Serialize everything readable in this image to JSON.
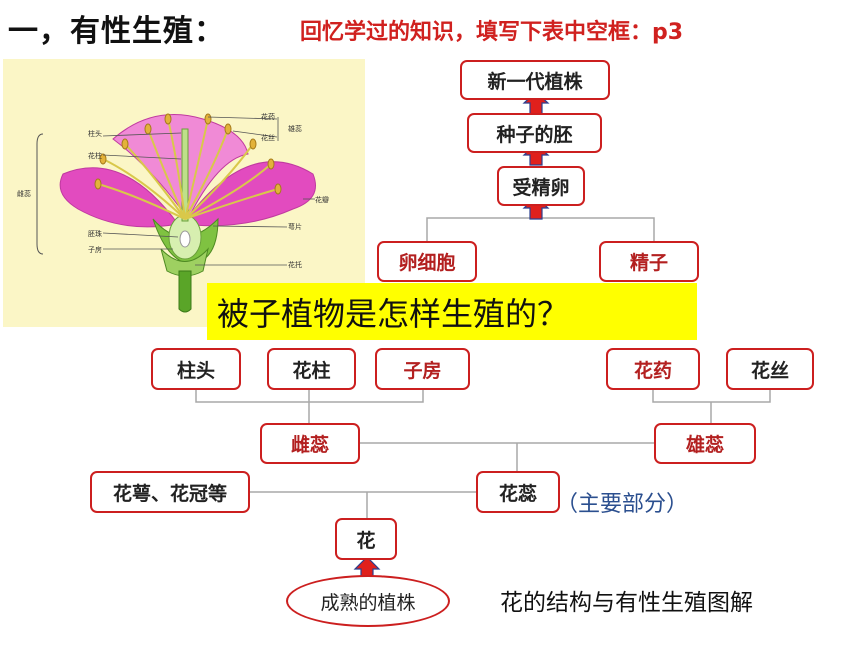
{
  "header": {
    "title": "一，有性生殖：",
    "subtitle": "回忆学过的知识，填写下表中空框：p3"
  },
  "flower_labels": {
    "stamen": "雄蕊",
    "anther": "花药",
    "filament": "花丝",
    "stigma": "柱头",
    "style": "花柱",
    "pistil": "雌蕊",
    "petal": "花瓣",
    "sepal": "萼片",
    "ovule": "胚珠",
    "ovary": "子房",
    "receptacle": "花托"
  },
  "boxes": {
    "new_generation": "新一代植株",
    "embryo": "种子的胚",
    "zygote": "受精卵",
    "egg_cell": "卵细胞",
    "sperm": "精子",
    "stigma": "柱头",
    "style": "花柱",
    "ovary": "子房",
    "anther": "花药",
    "filament": "花丝",
    "pistil": "雌蕊",
    "stamen": "雄蕊",
    "sepal_corolla": "花萼、花冠等",
    "stamen_pistil": "花蕊",
    "flower": "花",
    "mature_plant": "成熟的植株"
  },
  "banner": "被子植物是怎样生殖的？",
  "note": "（主要部分）",
  "caption": "花的结构与有性生殖图解",
  "colors": {
    "border_red": "#cc1f1f",
    "answer_red": "#b32020",
    "arrow_red": "#e0201c",
    "arrow_blue": "#2b3f8f",
    "banner_yellow": "#ffff00",
    "note_blue": "#2b4f8f"
  }
}
